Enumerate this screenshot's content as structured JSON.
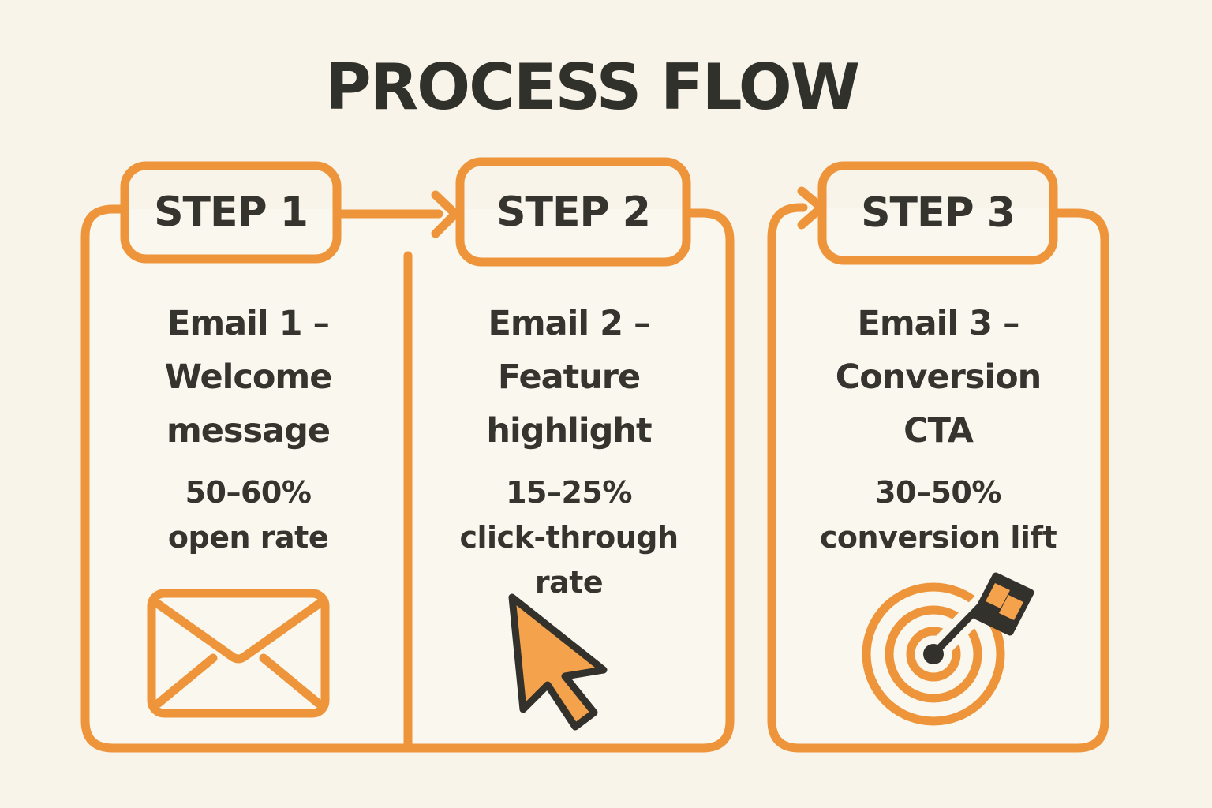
{
  "title": "PROCESS FLOW",
  "colors": {
    "accent_orange": "#ee953b",
    "icon_orange_fill": "#f4a24b",
    "ink": "#35342f",
    "background": "#f8f4ea",
    "card_fill": "#faf7ee"
  },
  "steps": [
    {
      "label": "STEP 1",
      "heading_lines": [
        "Email 1 –",
        "Welcome",
        "message"
      ],
      "stat_lines": [
        "50–60%",
        "open rate"
      ],
      "icon": "envelope-icon"
    },
    {
      "label": "STEP 2",
      "heading_lines": [
        "Email 2 –",
        "Feature",
        "highlight"
      ],
      "stat_lines": [
        "15–25%",
        "click-through",
        "rate"
      ],
      "icon": "cursor-icon"
    },
    {
      "label": "STEP 3",
      "heading_lines": [
        "Email 3 –",
        "Conversion",
        "CTA"
      ],
      "stat_lines": [
        "30–50%",
        "conversion lift"
      ],
      "icon": "target-icon"
    }
  ]
}
